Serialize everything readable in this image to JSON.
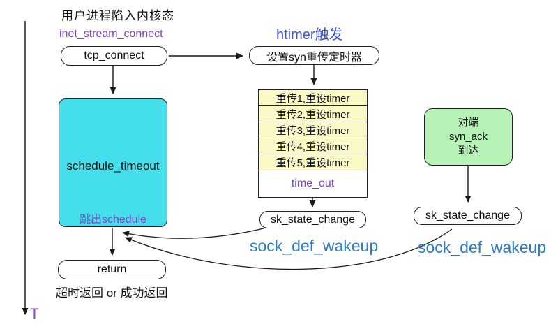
{
  "title": "用户进程陷入内核态",
  "timeline_label": "T",
  "labels": {
    "inet_stream_connect": "inet_stream_connect",
    "htimer_trigger": "htimer触发",
    "sock_def_wakeup_mid": "sock_def_wakeup",
    "sock_def_wakeup_right": "sock_def_wakeup",
    "return_note": "超时返回 or 成功返回"
  },
  "nodes": {
    "tcp_connect": "tcp_connect",
    "set_syn_timer": "设置syn重传定时器",
    "schedule_timeout": {
      "title": "schedule_timeout",
      "note": "跳出schedule"
    },
    "peer": {
      "lines": [
        "对端",
        "syn_ack",
        "到达"
      ]
    },
    "sk_state_change_mid": "sk_state_change",
    "sk_state_change_right": "sk_state_change",
    "return_box": "return"
  },
  "retry_table": {
    "rows": [
      "重传1,重设timer",
      "重传2,重设timer",
      "重传3,重设timer",
      "重传4,重设timer",
      "重传5,重设timer"
    ],
    "timeout": "time_out"
  },
  "colors": {
    "schedule_fill": "#45DFEC",
    "peer_fill": "#B6F2B6",
    "retry_fill": "#FBFAC6",
    "purple_text": "#7E45C2",
    "indigo_blue_text": "#3D4FE0",
    "steel_blue_text": "#2E7BC4",
    "line": "#222222"
  }
}
